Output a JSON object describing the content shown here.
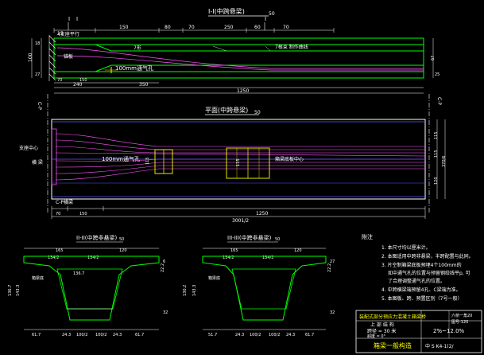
{
  "drawing": {
    "title_elevation": "I-I(中跨悬梁)",
    "title_plan": "平面(中跨悬梁)",
    "title_sec2": "II-II(中跨非悬梁)",
    "title_sec3": "III-III(中跨非悬梁)",
    "section_mark": "I",
    "axis_left": "C-P",
    "axis_right": "C-P",
    "scale_suffix": "50"
  },
  "elevation": {
    "dims_top": [
      "150",
      "80",
      "70",
      "250",
      "60",
      "70"
    ],
    "dim_15": "15",
    "dims_bottom": [
      "70",
      "150",
      "240",
      "350"
    ],
    "left_vert": [
      "100",
      "18",
      "27"
    ],
    "right_vert": [
      "67",
      "25"
    ],
    "total_width": "1250",
    "labels": [
      "4支座平行",
      "锚板",
      "7形",
      "7根束 制作曲线",
      "100mm通气孔"
    ]
  },
  "plan": {
    "left_labels": [
      "支座中心",
      "横 梁"
    ],
    "note_center": "100mm通气孔",
    "note_right": "箱梁底板中心",
    "label_bottom": "C-P横梁",
    "dims_bottom": [
      "70",
      "150",
      "3001/2",
      "1250"
    ],
    "vert_dims": [
      "115",
      "115",
      "370/6",
      "120"
    ],
    "inner_dims": [
      "115",
      "115"
    ]
  },
  "section2": {
    "dims": [
      "165",
      "120",
      "134/2",
      "134/2",
      "61.7",
      "24.3",
      "100/2",
      "100/2",
      "24.3",
      "61.7"
    ],
    "vert": [
      "136.7",
      "143.3",
      "22.2",
      "6",
      "32"
    ],
    "labels": [
      "箱梁底",
      "136.7"
    ]
  },
  "section3": {
    "dims": [
      "165",
      "120",
      "134/2",
      "134/2",
      "51.7",
      "24.3",
      "100/2",
      "100/2",
      "24.3",
      "61.7"
    ],
    "vert": [
      "130.2",
      "143.3",
      "22.2",
      "27",
      "32"
    ],
    "labels": [
      "箱梁底"
    ]
  },
  "notes": {
    "heading": "附注",
    "items": [
      "1. 本尺寸均以厘米计。",
      "2. 本图适用中跨非悬梁，半跨配置与此同。",
      "3. 片空制箱梁底板预埋4个100mm的",
      "如中通气孔的位置与预留钢绞线平p, 可",
      "了合理调整通气孔的位置。",
      "4. 中跨横梁端预留4孔、C梁端为准。",
      "5. 本图板、跨、预置区别（7号一般）"
    ]
  },
  "titleblock": {
    "project": "装配式部分预应力混凝土箱梁桥",
    "sub": "上 部 结 构",
    "span": "跨径 = 30 米",
    "skew": "斜度 = 0°",
    "drawing_no": "六桥一角20",
    "sheet_no": "图号-120",
    "slope": "2%~12.0%",
    "name": "箱梁一般构造",
    "code": "中 S K4-1(2/"
  }
}
